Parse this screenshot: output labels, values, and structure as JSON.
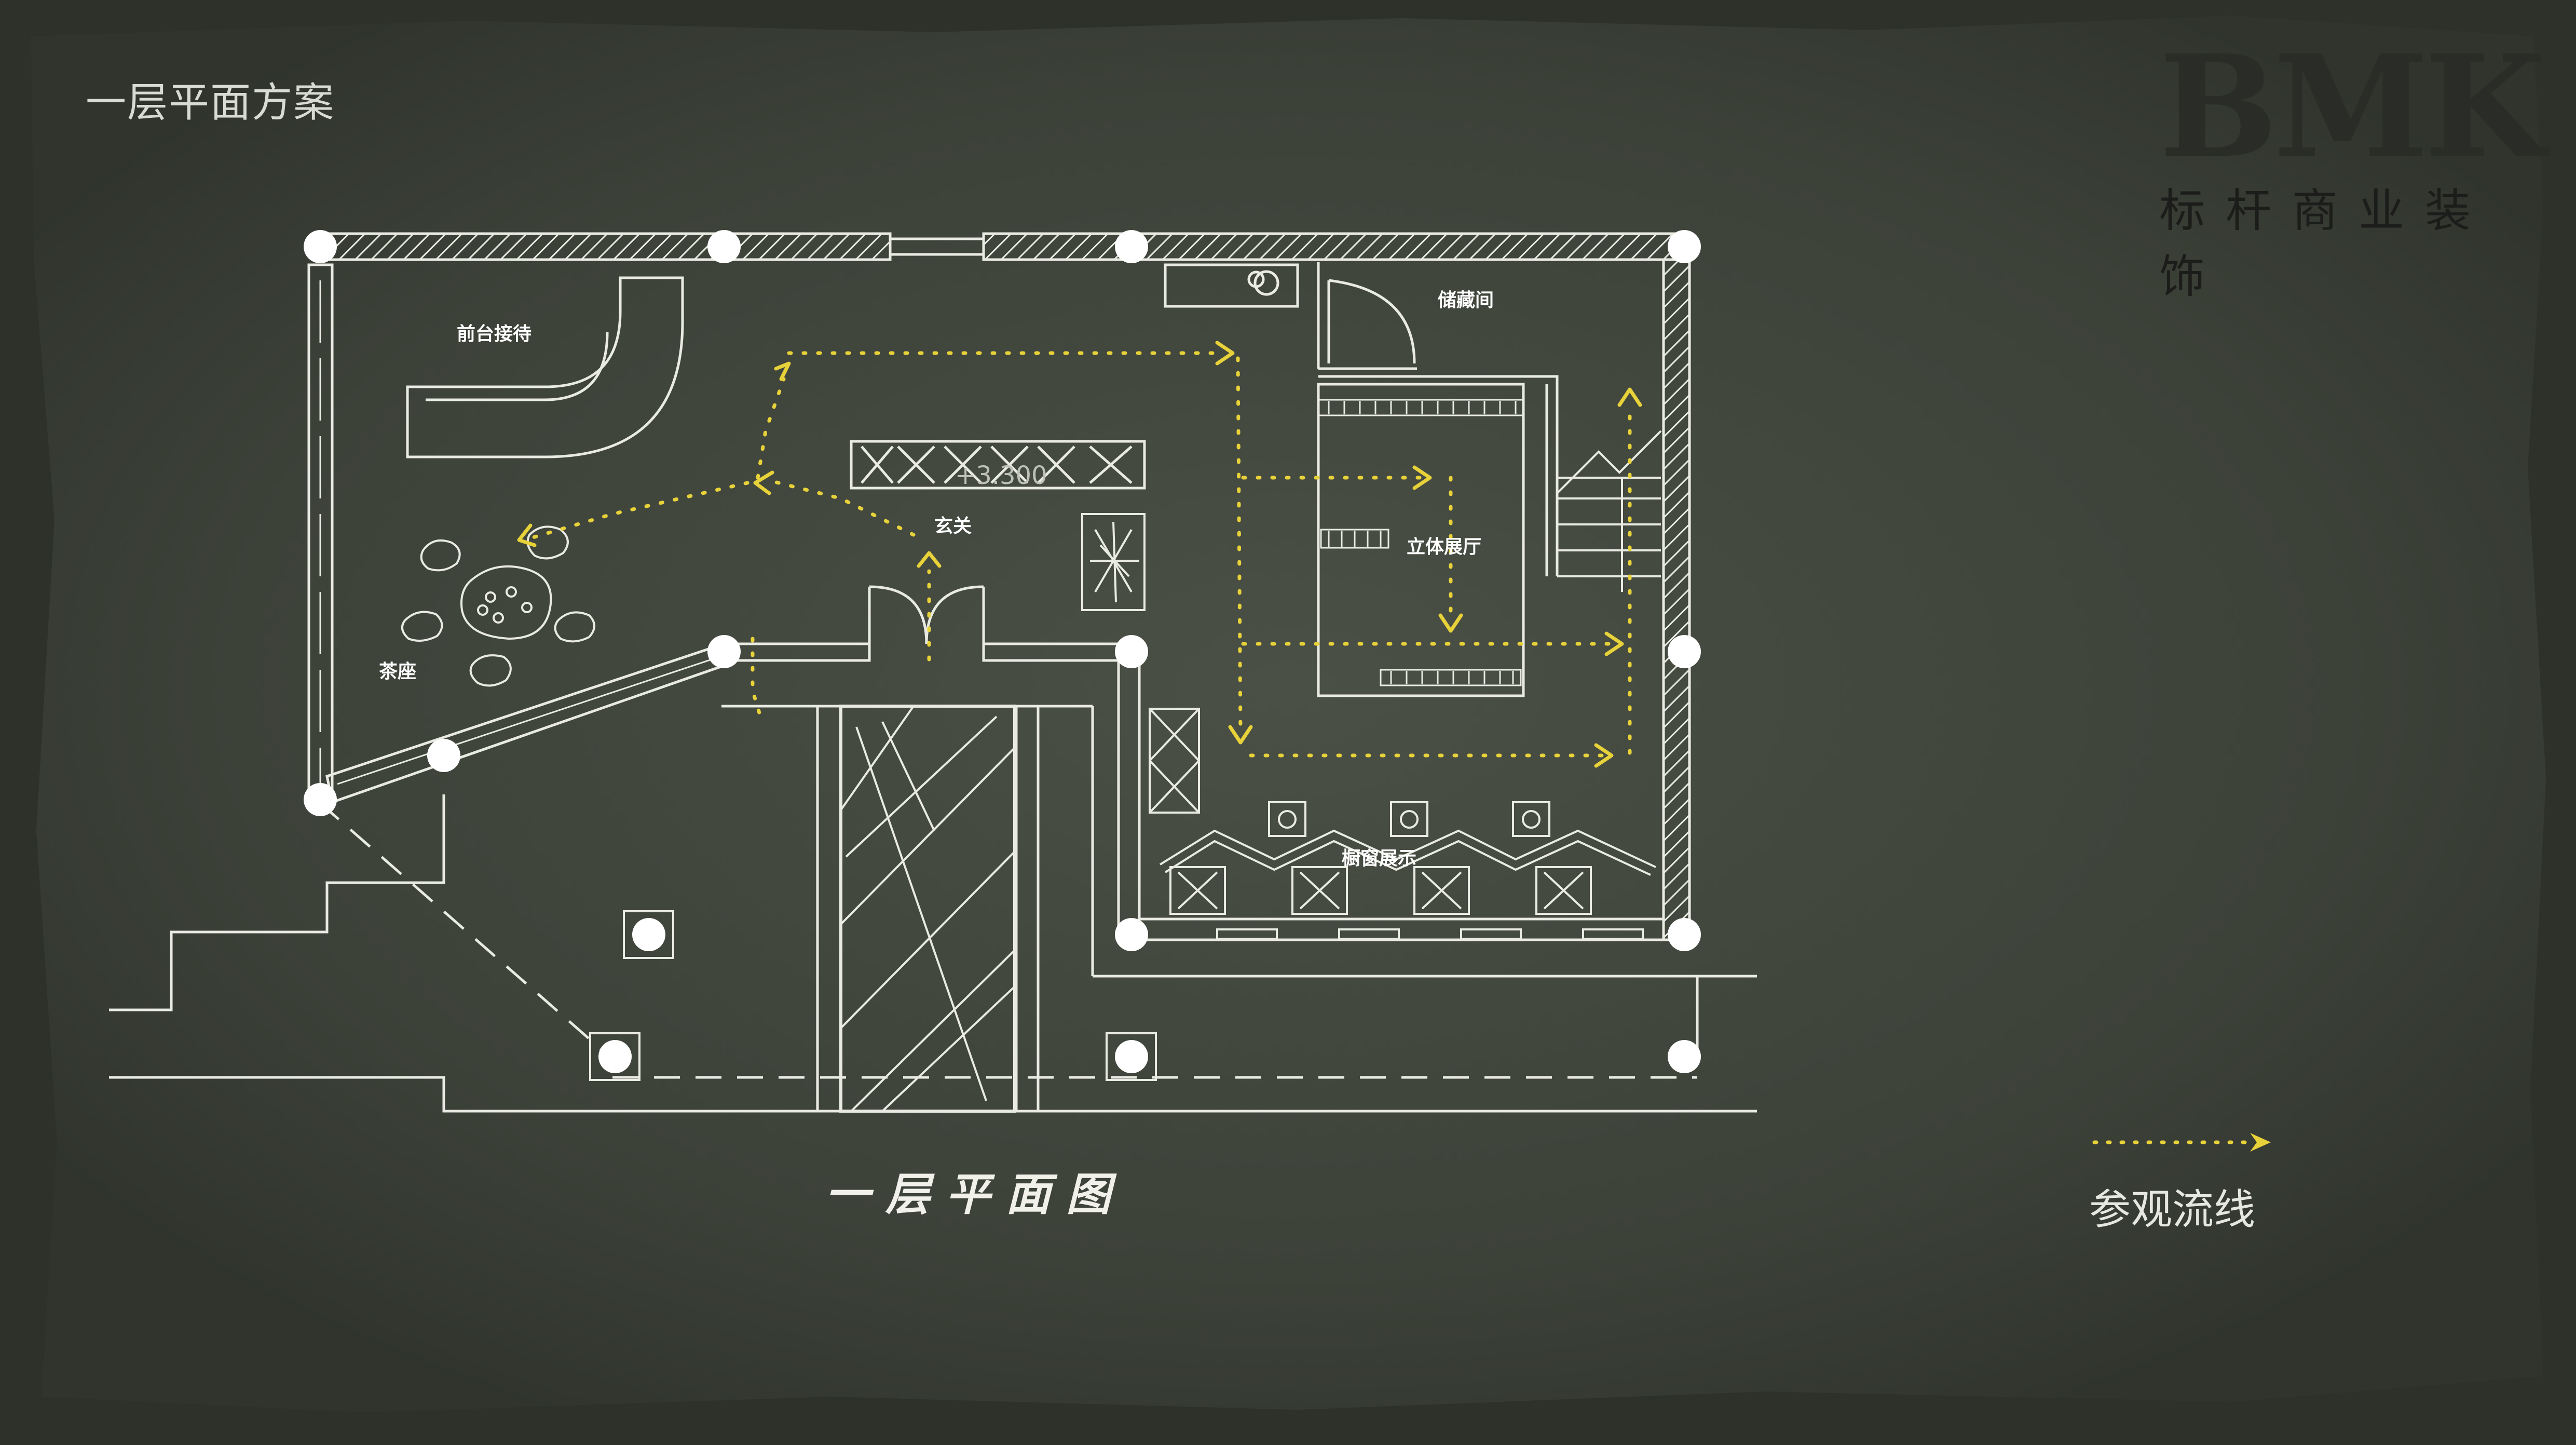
{
  "page": {
    "title": "一层平面方案",
    "caption": "一层平面图"
  },
  "logo": {
    "name": "BMK",
    "subtitle": "标杆商业装饰"
  },
  "rooms": {
    "reception": "前台接待",
    "storage": "储藏间",
    "foyer": "玄关",
    "elevation": "+3.300",
    "gallery": "立体展厅",
    "tea": "茶座",
    "window": "橱窗展示"
  },
  "legend": {
    "label": "参观流线",
    "color": "#e8d23a"
  },
  "colors": {
    "background": "#3a3f36",
    "line": "#e9ebe2",
    "route": "#e8d23a"
  }
}
